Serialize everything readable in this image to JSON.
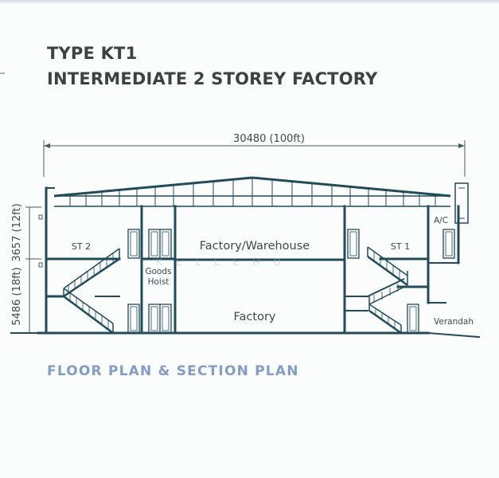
{
  "header": {
    "type_label": "TYPE KT1",
    "subtitle": "INTERMEDIATE 2 STOREY FACTORY"
  },
  "dimensions": {
    "width": "30480 (100ft)",
    "upper_height": "3657 (12ft)",
    "lower_height": "5486 (18ft)"
  },
  "rooms": {
    "st2": "ST 2",
    "st1": "ST 1",
    "goods_hoist_line1": "Goods",
    "goods_hoist_line2": "Hoist",
    "factory_warehouse": "Factory/Warehouse",
    "factory": "Factory",
    "ac": "A/C",
    "verandah": "Verandah"
  },
  "watermark": "KELLEHO",
  "footer": {
    "caption": "FLOOR PLAN & SECTION PLAN"
  },
  "colors": {
    "structure": "#1f4b5a",
    "text": "#3a4a4c",
    "title": "#3c4142",
    "caption": "#7e9ec8"
  }
}
